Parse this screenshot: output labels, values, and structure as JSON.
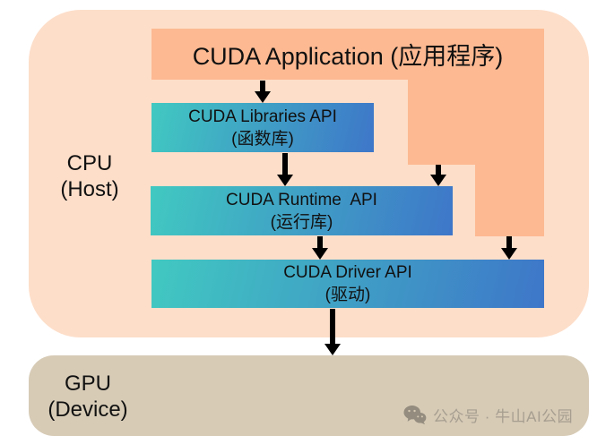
{
  "diagram": {
    "cpu": {
      "line1": "CPU",
      "line2": "(Host)"
    },
    "gpu": {
      "line1": "GPU",
      "line2": "(Device)"
    },
    "application": {
      "label": "CUDA Application (应用程序)"
    },
    "libraries": {
      "line1": "CUDA Libraries API",
      "line2": "(函数库)"
    },
    "runtime": {
      "line1": "CUDA Runtime  API",
      "line2": "(运行库)"
    },
    "driver": {
      "line1": "CUDA Driver API",
      "line2": "(驱动)"
    }
  },
  "watermark": {
    "icon": "wechat-icon",
    "text": "公众号 · 牛山AI公园"
  },
  "colors": {
    "background": "#FFFFFF",
    "cpu_container": "#FDDEC9",
    "application_orange": "#FDB992",
    "api_gradient_start": "#41C9C1",
    "api_gradient_end": "#3E76C9",
    "gpu_bar": "#D7CBB6",
    "arrow": "#000000",
    "text": "#111111",
    "watermark_text": "#A79E90"
  }
}
